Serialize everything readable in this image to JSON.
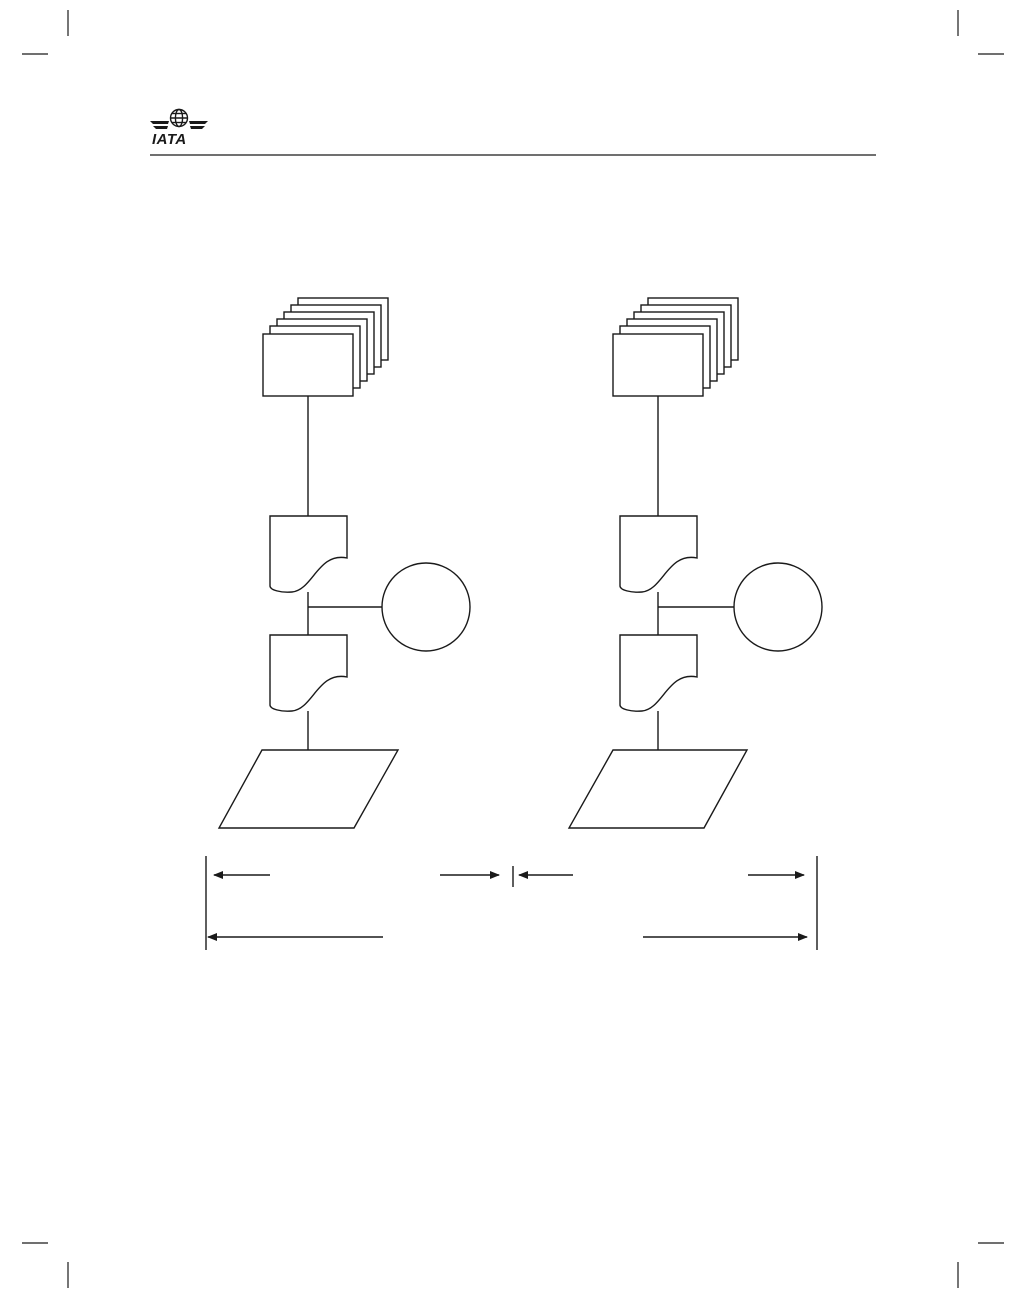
{
  "header": {
    "logo_text": "IATA"
  },
  "diagram": {
    "columns": [
      {
        "id": "left",
        "symbols": [
          "multi-document-stack",
          "document",
          "connector-circle",
          "document",
          "data-parallelogram"
        ]
      },
      {
        "id": "right",
        "symbols": [
          "multi-document-stack",
          "document",
          "connector-circle",
          "document",
          "data-parallelogram"
        ]
      }
    ],
    "dimension_arrows": [
      "left-span-arrows",
      "right-span-arrows",
      "overall-span-arrows"
    ]
  },
  "colors": {
    "line": "#1a1a1a",
    "background": "#ffffff"
  }
}
